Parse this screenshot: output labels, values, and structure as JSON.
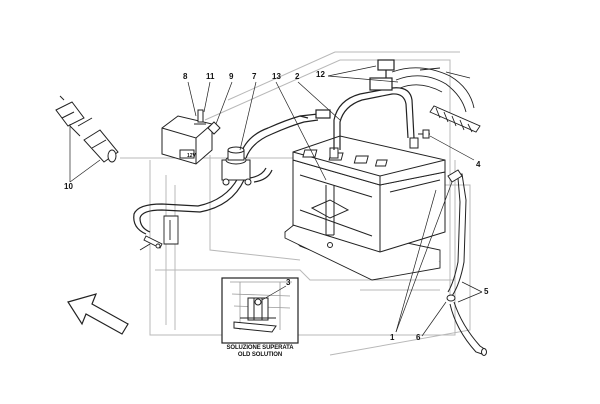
{
  "callouts": {
    "c1": "1",
    "c2": "2",
    "c3": "3",
    "c4": "4",
    "c5": "5",
    "c6": "6",
    "c7": "7",
    "c8": "8",
    "c9": "9",
    "c10": "10",
    "c11": "11",
    "c12": "12",
    "c13": "13"
  },
  "inset": {
    "caption_line1": "SOLUZIONE SUPERATA",
    "caption_line2": "OLD SOLUTION"
  },
  "component_marking": {
    "voltage_label": "12V"
  },
  "colors": {
    "line": "#222222",
    "background_frame": "#b8b8b8",
    "paper": "#ffffff"
  }
}
